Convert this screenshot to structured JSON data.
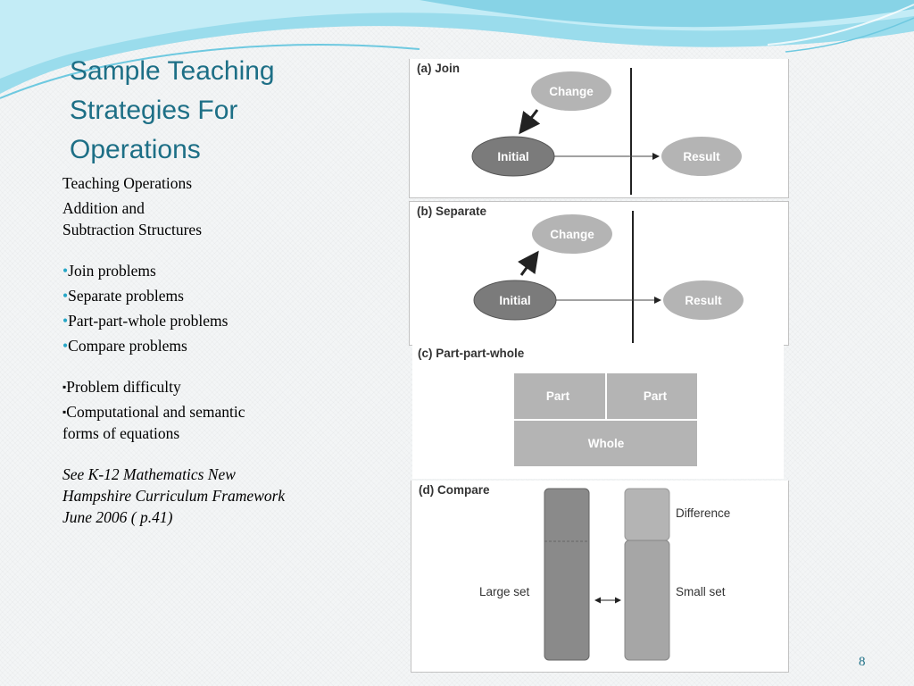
{
  "slide": {
    "title": "Sample Teaching Strategies For Operations",
    "page_number": "8"
  },
  "body": {
    "heading1": "Teaching Operations",
    "heading2_line1": "Addition and",
    "heading2_line2": "Subtraction Structures",
    "bullets": [
      "Join problems",
      "Separate problems",
      "Part-part-whole problems",
      "Compare problems"
    ],
    "bullet_glyph": "•",
    "square_glyph": "▪",
    "square_items": [
      "Problem difficulty",
      "Computational and semantic"
    ],
    "square_item2_continued": "forms of equations",
    "reference_line1": "See K-12 Mathematics New",
    "reference_line2": "Hampshire  Curriculum Framework",
    "reference_line3": "June 2006 ( p.41)"
  },
  "diagrams": {
    "join": {
      "title": "(a) Join",
      "change": "Change",
      "initial": "Initial",
      "result": "Result"
    },
    "separate": {
      "title": "(b) Separate",
      "change": "Change",
      "initial": "Initial",
      "result": "Result"
    },
    "part_part_whole": {
      "title": "(c) Part-part-whole",
      "part1": "Part",
      "part2": "Part",
      "whole": "Whole"
    },
    "compare": {
      "title": "(d) Compare",
      "difference": "Difference",
      "large_set": "Large set",
      "small_set": "Small set"
    }
  },
  "colors": {
    "title": "#1d6f86",
    "bullet": "#27a7c7",
    "swoosh": "#8ed8ea",
    "dark_oval": "#7b7b7b",
    "light_oval": "#b4b4b4"
  }
}
